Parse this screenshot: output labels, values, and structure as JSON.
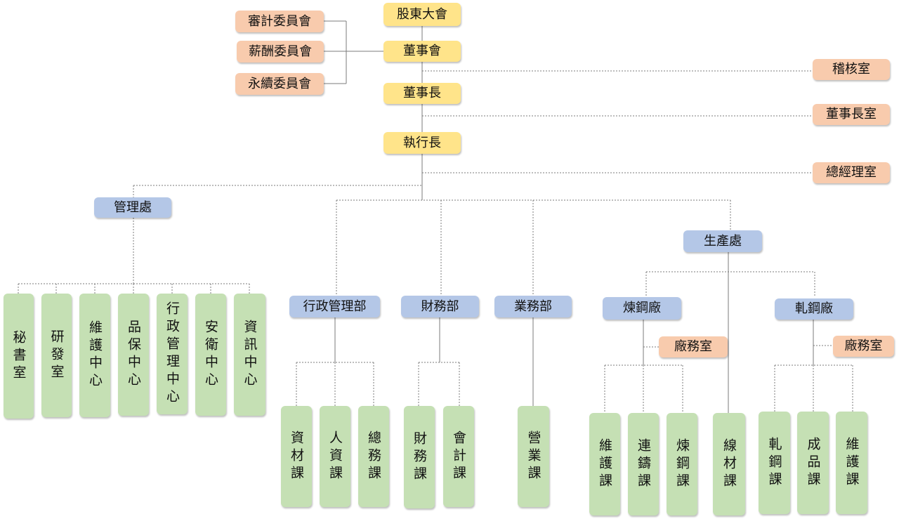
{
  "top": {
    "shareholders": "股東大會",
    "board": "董事會",
    "chairman": "董事長",
    "ceo": "執行長"
  },
  "committees": {
    "audit": "審計委員會",
    "remuneration": "薪酬委員會",
    "sustainability": "永續委員會"
  },
  "offices": {
    "internal_audit": "稽核室",
    "chairman_office": "董事長室",
    "gm_office": "總經理室"
  },
  "management": {
    "label": "管理處",
    "units": [
      "秘書室",
      "研發室",
      "維護中心",
      "品保中心",
      "行政管理中心",
      "安衛中心",
      "資訊中心"
    ]
  },
  "admin_dept": {
    "label": "行政管理部",
    "sections": [
      "資材課",
      "人資課",
      "總務課"
    ]
  },
  "finance_dept": {
    "label": "財務部",
    "sections": [
      "財務課",
      "會計課"
    ]
  },
  "sales_dept": {
    "label": "業務部",
    "sections": [
      "營業課"
    ]
  },
  "production": {
    "label": "生產處",
    "steel_plant": {
      "label": "煉鋼廠",
      "office": "廠務室",
      "sections": [
        "維護課",
        "連鑄課",
        "煉鋼課"
      ]
    },
    "wire_section": "線材課",
    "rolling_plant": {
      "label": "軋鋼廠",
      "office": "廠務室",
      "sections": [
        "軋鋼課",
        "成品課",
        "維護課"
      ]
    }
  },
  "colors": {
    "executive": "#ffe48a",
    "committee_office": "#f8cbad",
    "department": "#b4c7e7",
    "unit": "#c5e0b4",
    "connector": "#7b7b7b"
  }
}
